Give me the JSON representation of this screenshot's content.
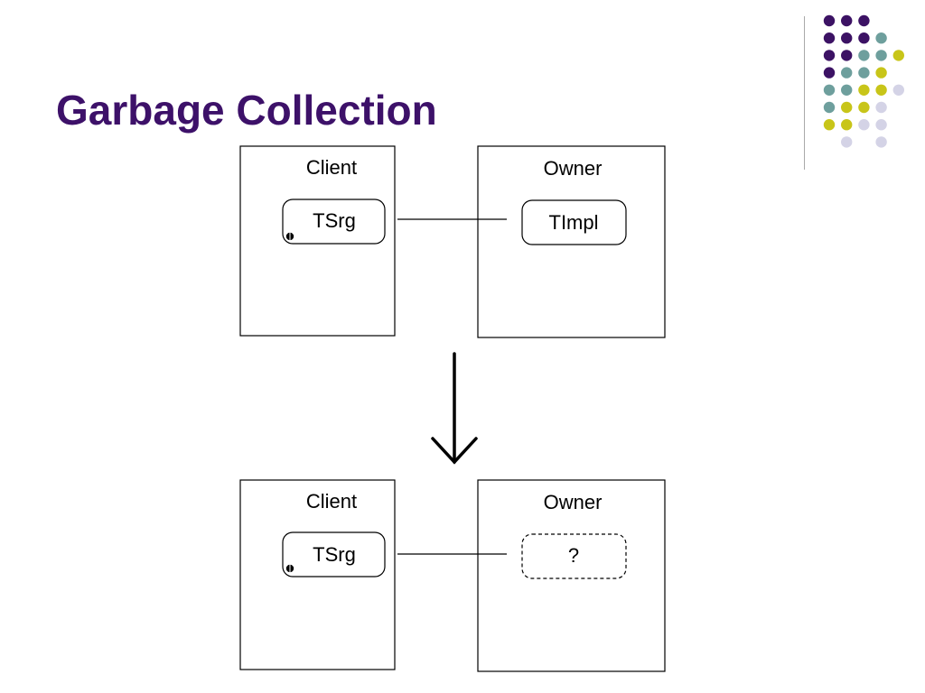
{
  "title": "Garbage Collection",
  "colors": {
    "title": "#3d1169",
    "purple": "#3c1264",
    "teal": "#6e9f9d",
    "yellow": "#c8c519",
    "lavender": "#d4d3e6",
    "stroke": "#000000"
  },
  "decoration": {
    "rows": [
      [
        "purple",
        "purple",
        "purple",
        "",
        ""
      ],
      [
        "purple",
        "purple",
        "purple",
        "teal",
        ""
      ],
      [
        "purple",
        "purple",
        "teal",
        "teal",
        "yellow"
      ],
      [
        "purple",
        "teal",
        "teal",
        "yellow",
        ""
      ],
      [
        "teal",
        "teal",
        "yellow",
        "yellow",
        "lavender"
      ],
      [
        "teal",
        "yellow",
        "yellow",
        "lavender",
        ""
      ],
      [
        "yellow",
        "yellow",
        "lavender",
        "lavender",
        ""
      ],
      [
        "",
        "lavender",
        "",
        "lavender",
        ""
      ]
    ]
  },
  "diagram": {
    "before": {
      "client": {
        "label": "Client",
        "object": "TSrg"
      },
      "owner": {
        "label": "Owner",
        "object": "TImpl"
      }
    },
    "after": {
      "client": {
        "label": "Client",
        "object": "TSrg"
      },
      "owner": {
        "label": "Owner",
        "object": "?"
      }
    }
  },
  "icons": {
    "arrow": "down-arrow-icon",
    "proxy_marker": "circle-marker-icon"
  }
}
